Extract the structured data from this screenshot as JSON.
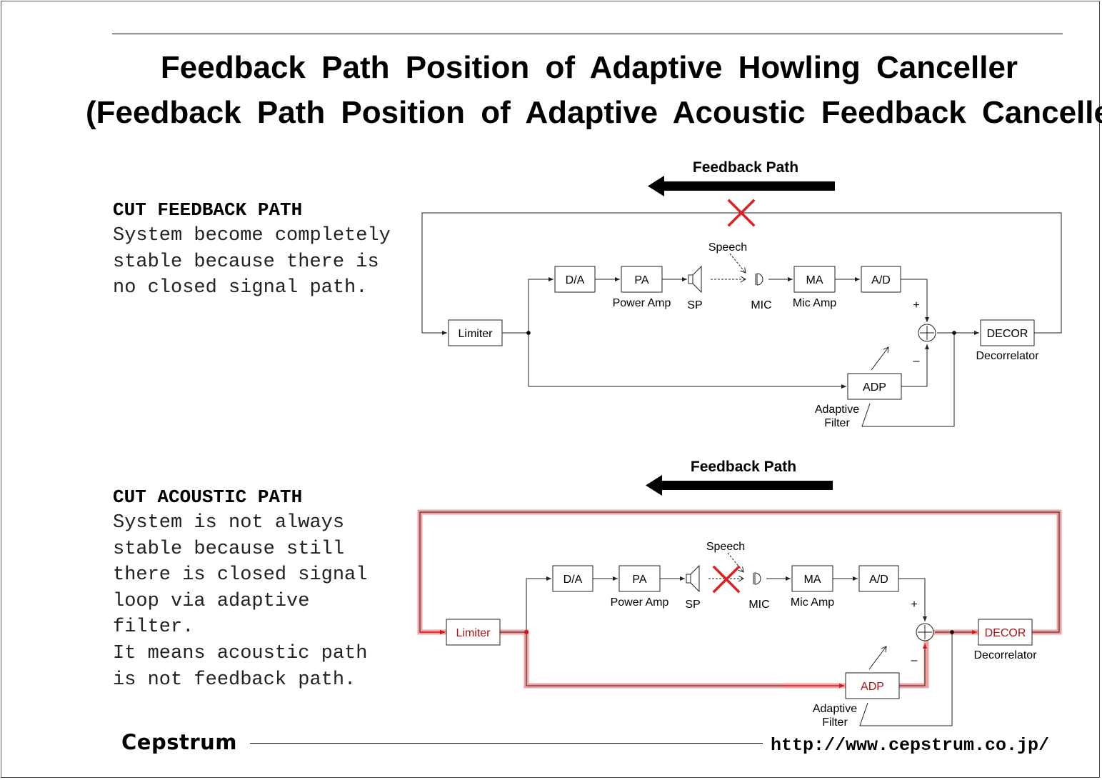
{
  "title_line1": "Feedback Path Position of Adaptive Howling Canceller",
  "title_line2": "(Feedback Path Position of Adaptive Acoustic Feedback Canceller)",
  "sections": [
    {
      "heading": "CUT FEEDBACK PATH",
      "body": "System become completely\nstable because there is\nno closed signal path."
    },
    {
      "heading": "CUT ACOUSTIC PATH",
      "body": "System is not always\nstable because still\nthere is closed signal\nloop via adaptive\nfilter.\nIt means acoustic path\nis not feedback path."
    }
  ],
  "diagram_labels": {
    "feedback_path": "Feedback Path",
    "limiter": "Limiter",
    "da": "D/A",
    "pa": "PA",
    "power_amp": "Power Amp",
    "sp": "SP",
    "speech": "Speech",
    "mic": "MIC",
    "ma": "MA",
    "mic_amp": "Mic Amp",
    "ad": "A/D",
    "decor": "DECOR",
    "decorrelator": "Decorrelator",
    "adp": "ADP",
    "adaptive": "Adaptive",
    "filter": "Filter",
    "plus": "+",
    "minus": "–"
  },
  "colors": {
    "cut_mark": "#e02020",
    "loop_highlight": "#f08080"
  },
  "footer": {
    "brand": "Cepstrum",
    "url": "http://www.cepstrum.co.jp/"
  }
}
